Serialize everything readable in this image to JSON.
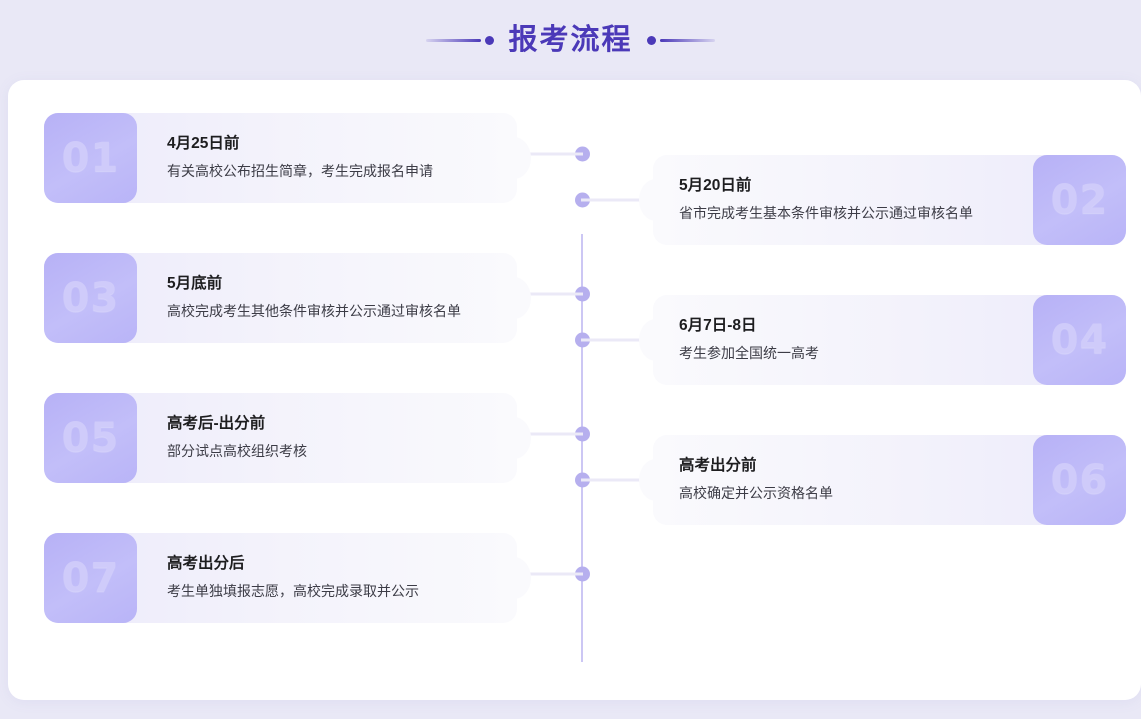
{
  "header": {
    "title": "报考流程",
    "accent_color": "#4b39b8",
    "left_deco_icon": "line-dot-decoration-icon",
    "right_deco_icon": "dot-line-decoration-icon"
  },
  "theme": {
    "page_background": "#e9e8f6",
    "panel_background": "#ffffff",
    "badge_gradient_from": "#b7b1f6",
    "badge_gradient_to": "#c2bef9",
    "badge_number_color": "#cfcbfa",
    "spine_color": "#c3bdf2",
    "dot_color": "#b6afee"
  },
  "timeline": {
    "steps": [
      {
        "number": "01",
        "title": "4月25日前",
        "desc": "有关高校公布招生简章，考生完成报名申请",
        "side": "left"
      },
      {
        "number": "02",
        "title": "5月20日前",
        "desc": "省市完成考生基本条件审核并公示通过审核名单",
        "side": "right"
      },
      {
        "number": "03",
        "title": "5月底前",
        "desc": "高校完成考生其他条件审核并公示通过审核名单",
        "side": "left"
      },
      {
        "number": "04",
        "title": "6月7日-8日",
        "desc": "考生参加全国统一高考",
        "side": "right"
      },
      {
        "number": "05",
        "title": "高考后-出分前",
        "desc": "部分试点高校组织考核",
        "side": "left"
      },
      {
        "number": "06",
        "title": "高考出分前",
        "desc": "高校确定并公示资格名单",
        "side": "right"
      },
      {
        "number": "07",
        "title": "高考出分后",
        "desc": "考生单独填报志愿，高校完成录取并公示",
        "side": "left"
      }
    ]
  }
}
